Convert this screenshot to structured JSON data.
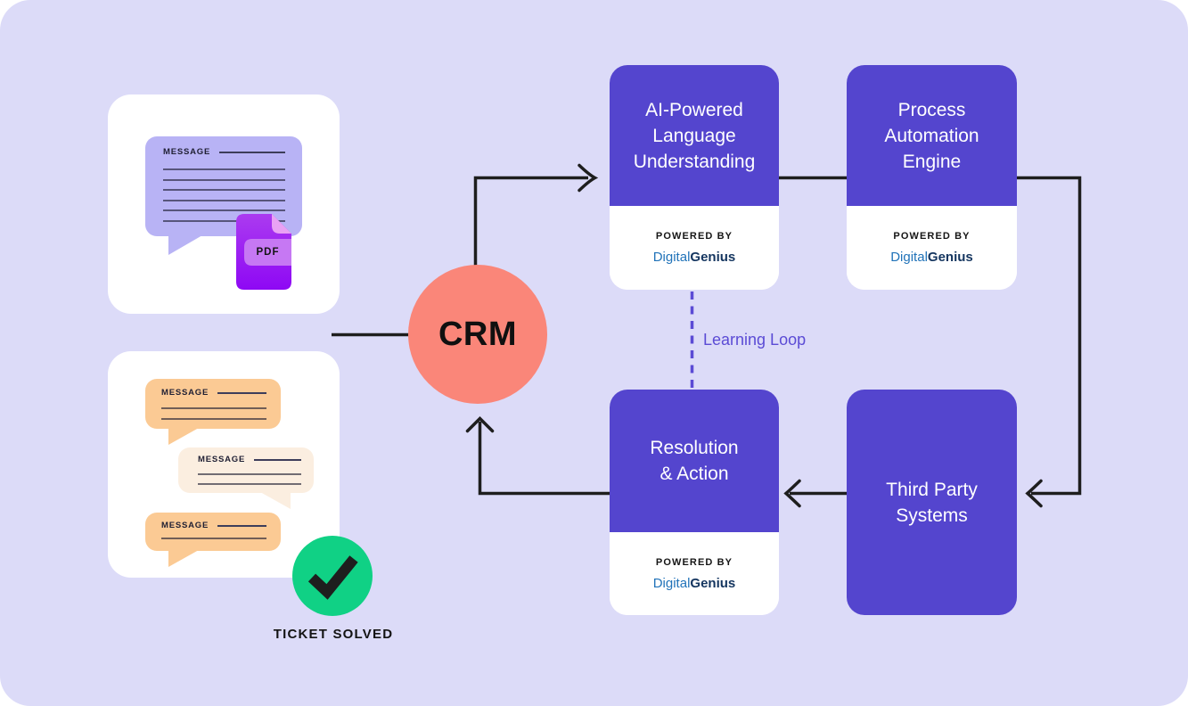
{
  "colors": {
    "background": "#DCDBF8",
    "node_purple": "#5445CE",
    "crm_salmon": "#FA8679",
    "success_green": "#10D185",
    "bubble_lavender": "#B8B3F5",
    "bubble_orange": "#FBCA94",
    "bubble_cream": "#FBEEE0",
    "pdf_purple_top": "#AB3BF0",
    "pdf_purple_bottom": "#8E08F4",
    "pdf_fold_pink": "#E9A2F4",
    "pdf_band": "#C678F3",
    "brand_blue": "#2173B9",
    "brand_navy": "#14355F",
    "loop_purple": "#5B4BD5",
    "line_black": "#1E1E1E"
  },
  "crm": {
    "label": "CRM"
  },
  "loop": {
    "label": "Learning Loop"
  },
  "node_footer": {
    "powered_by": "POWERED BY",
    "brand_regular": "Digital",
    "brand_bold": "Genius"
  },
  "nodes": {
    "ai": {
      "title": "AI-Powered\nLanguage\nUnderstanding"
    },
    "process": {
      "title": "Process\nAutomation\nEngine"
    },
    "resolution": {
      "title": "Resolution\n& Action"
    },
    "third_party": {
      "title": "Third Party\nSystems"
    }
  },
  "cards": {
    "inbox": {
      "message_label": "MESSAGE",
      "pdf_label": "PDF"
    },
    "chat": {
      "bubbles": [
        {
          "label": "MESSAGE"
        },
        {
          "label": "MESSAGE"
        },
        {
          "label": "MESSAGE"
        }
      ]
    },
    "ticket_solved_label": "TICKET SOLVED"
  }
}
